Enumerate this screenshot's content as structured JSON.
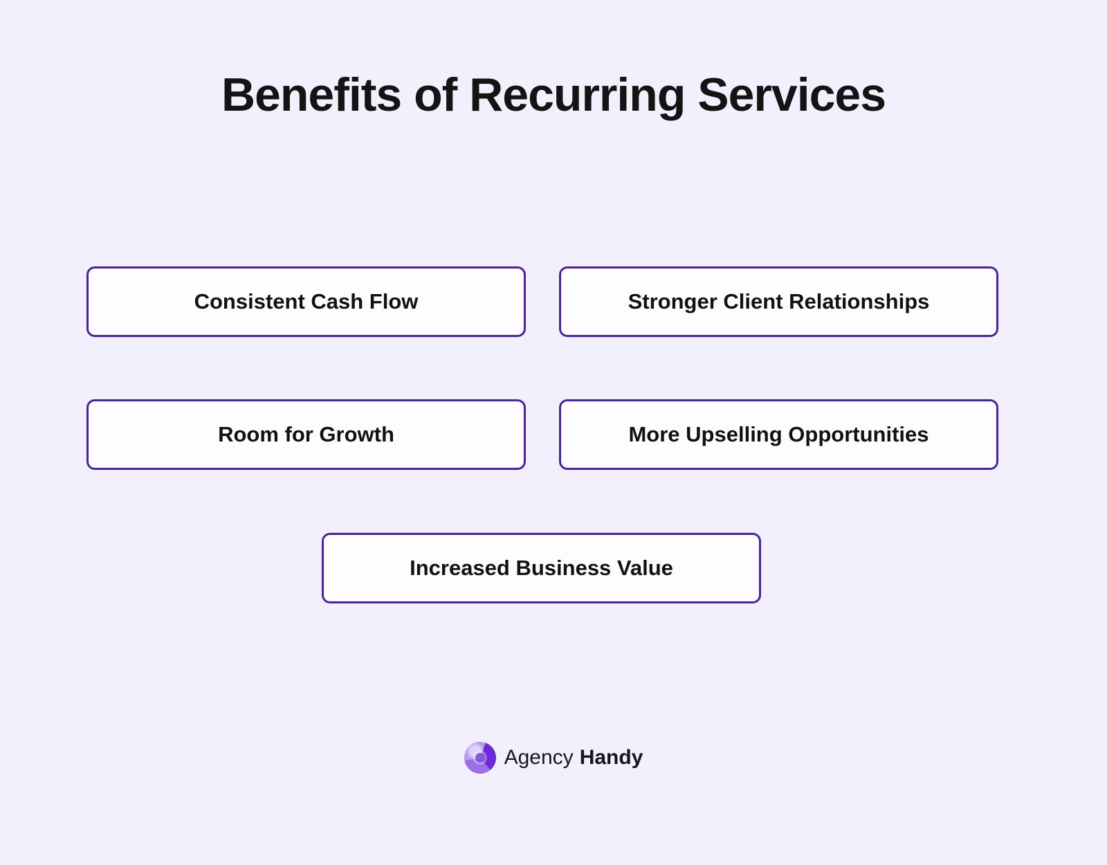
{
  "title": "Benefits of Recurring Services",
  "cards": [
    {
      "label": "Consistent Cash Flow"
    },
    {
      "label": "Stronger Client Relationships"
    },
    {
      "label": "Room for Growth"
    },
    {
      "label": "More Upselling Opportunities"
    },
    {
      "label": "Increased Business Value"
    }
  ],
  "footer": {
    "brand_regular": "Agency",
    "brand_bold": "Handy",
    "logo_icon": "purple-swirl-icon"
  },
  "colors": {
    "background": "#F2F0FC",
    "card_background": "#FDFDFF",
    "card_border": "#4A21AD",
    "title_text": "#141414",
    "logo_purple": "#7C4DD8"
  }
}
